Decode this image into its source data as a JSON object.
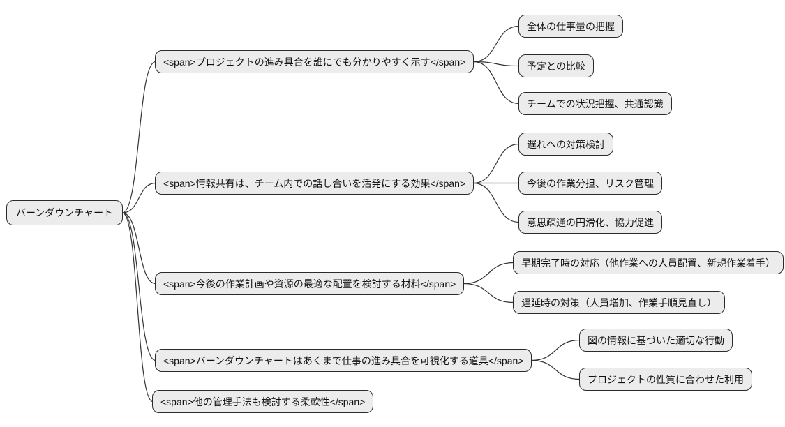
{
  "colors": {
    "background": "#ffffff",
    "node_fill": "#ececec",
    "node_border": "#2b2b2b",
    "edge": "#333333",
    "text": "#111111"
  },
  "mindmap": {
    "root": {
      "label": "バーンダウンチャート"
    },
    "branches": [
      {
        "label": "<span>プロジェクトの進み具合を誰にでも分かりやすく示す</span>",
        "children": [
          "全体の仕事量の把握",
          "予定との比較",
          "チームでの状況把握、共通認識"
        ]
      },
      {
        "label": "<span>情報共有は、チーム内での話し合いを活発にする効果</span>",
        "children": [
          "遅れへの対策検討",
          "今後の作業分担、リスク管理",
          "意思疎通の円滑化、協力促進"
        ]
      },
      {
        "label": "<span>今後の作業計画や資源の最適な配置を検討する材料</span>",
        "children": [
          "早期完了時の対応（他作業への人員配置、新規作業着手）",
          "遅延時の対策（人員増加、作業手順見直し）"
        ]
      },
      {
        "label": "<span>バーンダウンチャートはあくまで仕事の進み具合を可視化する道具</span>",
        "children": [
          "図の情報に基づいた適切な行動",
          "プロジェクトの性質に合わせた利用"
        ]
      },
      {
        "label": "<span>他の管理手法も検討する柔軟性</span>",
        "children": []
      }
    ]
  }
}
